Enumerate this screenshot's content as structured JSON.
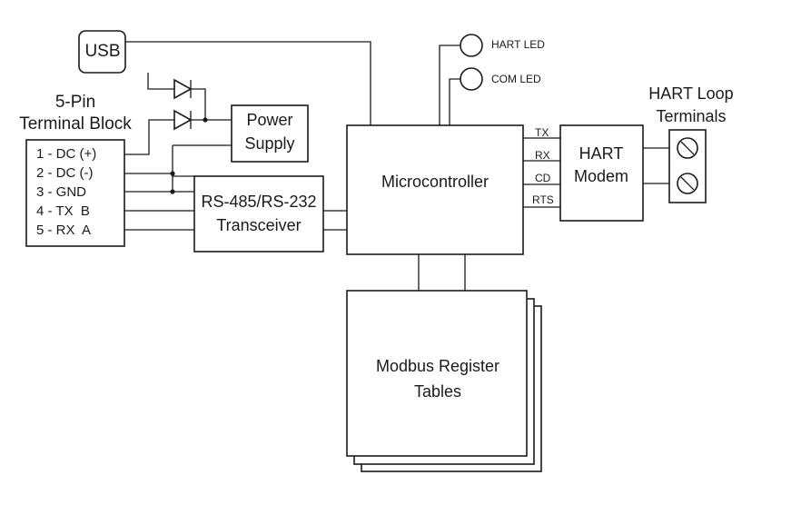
{
  "usb": "USB",
  "terminal_block": {
    "title_line1": "5-Pin",
    "title_line2": "Terminal Block",
    "pins": [
      "1 - DC (+)",
      "2 - DC (-)",
      "3 - GND",
      "4 - TX  B",
      "5 - RX  A"
    ]
  },
  "power_supply": {
    "line1": "Power",
    "line2": "Supply"
  },
  "transceiver": {
    "line1": "RS-485/RS-232",
    "line2": "Transceiver"
  },
  "microcontroller": "Microcontroller",
  "leds": {
    "hart": "HART LED",
    "com": "COM LED"
  },
  "hart_modem": {
    "line1": "HART",
    "line2": "Modem"
  },
  "modem_signals": [
    "TX",
    "RX",
    "CD",
    "RTS"
  ],
  "hart_loop": {
    "line1": "HART Loop",
    "line2": "Terminals"
  },
  "modbus": {
    "line1": "Modbus Register",
    "line2": "Tables"
  }
}
